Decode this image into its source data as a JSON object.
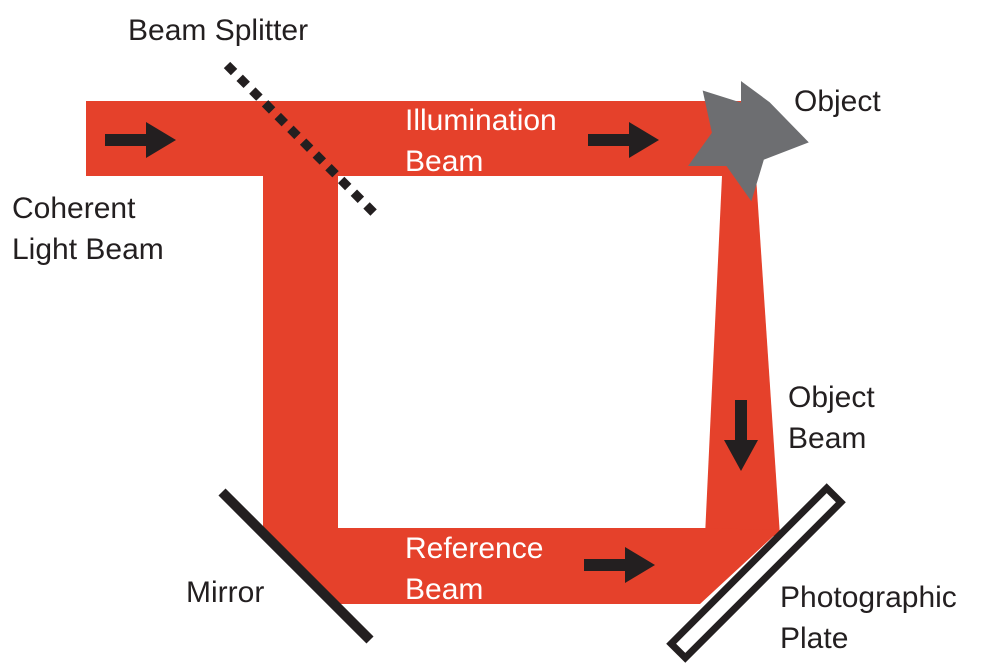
{
  "colors": {
    "beam": "#e5412b",
    "ink": "#231f20",
    "object": "#6d6e71",
    "background": "#ffffff",
    "label_on_beam": "#ffffff"
  },
  "labels": {
    "beam_splitter": "Beam Splitter",
    "object": "Object",
    "illumination_beam": [
      "Illumination",
      "Beam"
    ],
    "coherent_light_beam": [
      "Coherent",
      "Light Beam"
    ],
    "object_beam": [
      "Object",
      "Beam"
    ],
    "reference_beam": [
      "Reference",
      "Beam"
    ],
    "mirror": "Mirror",
    "photographic_plate": [
      "Photographic",
      "Plate"
    ]
  },
  "icons": {
    "object": "star-icon",
    "direction": "arrow-icon"
  }
}
